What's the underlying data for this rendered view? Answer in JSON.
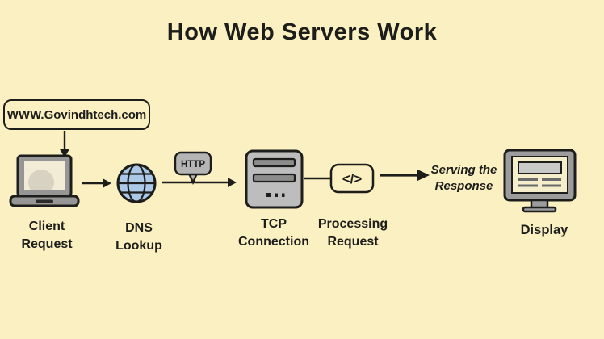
{
  "title": "How Web Servers Work",
  "url_box": {
    "label": "WWW.Govindhtech.com"
  },
  "badges": {
    "http": "HTTP",
    "code": "</>"
  },
  "steps": {
    "client": "Client\nRequest",
    "dns": "DNS\nLookup",
    "tcp": "TCP\nConnection",
    "processing": "Processing\nRequest",
    "serving": "Serving the\nResponse",
    "display": "Display"
  },
  "colors": {
    "background": "#FBF0C1",
    "ink": "#1D1D1B",
    "globe_blue": "#ABC8E6",
    "device_gray": "#969696",
    "panel_gray": "#BDBDBD",
    "slot_gray": "#8C8C8C",
    "bubble_gray": "#B5B5B5",
    "screen_cream": "#F4EDD6"
  }
}
